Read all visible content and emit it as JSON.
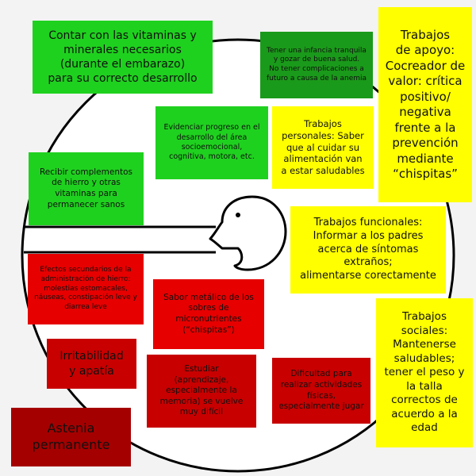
{
  "colors": {
    "background": "#f3f3f3",
    "green": "#1fd11f",
    "dark_green": "#1a9a1a",
    "yellow": "#ffff00",
    "red": "#e60000",
    "dark_red": "#c80000",
    "maroon": "#a50000",
    "outline": "#000000"
  },
  "gains": {
    "vitamins": "Contar con las vitaminas y\nminerales necesarios\n(durante el embarazo)\npara su correcto desarrollo",
    "childhood": "Tener una infancia tranquila\ny gozar de buena salud.\nNo tener complicaciones a\nfuturo a causa de la anemia",
    "progress": "Evidenciar progreso en el\ndesarrollo del área\nsocioemocional,\ncognitiva, motora, etc.",
    "iron": "Recibir complementos\nde hierro y otras\nvitaminas para\npermanecer sanos"
  },
  "jobs": {
    "support": "Trabajos\nde apoyo:\nCocreador de\nvalor: crítica\npositivo/\nnegativa\nfrente a la\nprevención\nmediante\n“chispitas”",
    "personal": "Trabajos\npersonales: Saber\nque al cuidar su\nalimentación van\na estar saludables",
    "functional": "Trabajos funcionales:\nInformar a los padres\nacerca de síntomas\nextraños;\nalimentarse corectamente",
    "social": "Trabajos\nsociales:\nMantenerse\nsaludables;\ntener el peso y\nla talla\ncorrectos de\nacuerdo a la\nedad"
  },
  "pains": {
    "side_effects": "Efectos secundarios de la\nadministración de hierro:\nmolestias estomacales,\nnáuseas, constipación leve y\ndiarrea leve",
    "metallic": "Sabor metálico de los\nsobres de\nmicronutrientes\n(“chispitas”)",
    "irritability": "Irritabilidad\ny apatía",
    "study": "Estudiar\n(aprendizaje,\nespecialmente la\nmemoria) se vuelve\nmuy difícil",
    "physical": "Dificultad para\nrealizar actividades\nfísicas,\nespecialmente jugar",
    "asthenia": "Astenia\npermanente"
  }
}
